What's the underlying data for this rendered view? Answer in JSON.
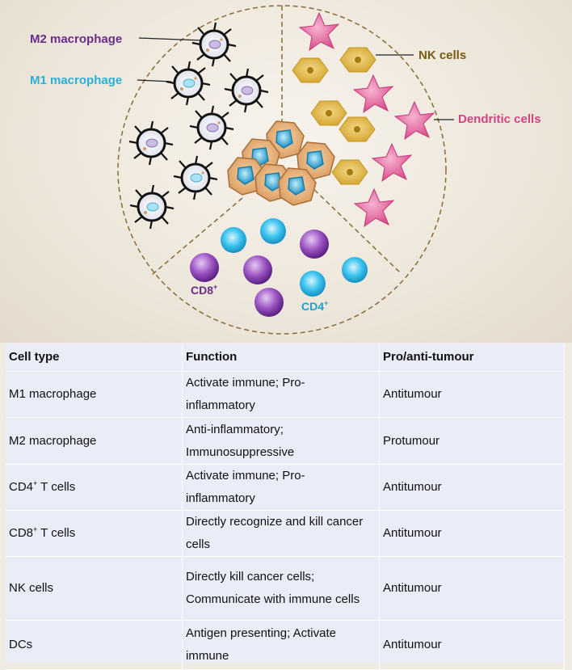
{
  "diagram": {
    "labels": {
      "m2": "M2 macrophage",
      "m1": "M1 macrophage",
      "nk": "NK cells",
      "dc": "Dendritic cells",
      "cd8": "CD8",
      "cd8_sup": "+",
      "cd4": "CD4",
      "cd4_sup": "+"
    },
    "colors": {
      "m2": "#6b2d8a",
      "m1": "#2ab0d6",
      "nk": "#7a5a10",
      "dc": "#d0457f",
      "cd8": "#6b2d8a",
      "cd4": "#1ea0cf",
      "circle_border": "#8a6a3a",
      "nk_cell": "#e2bc4a",
      "dc_cell": "#e05b95",
      "tumour": "#e9b37a",
      "cd8_cell": "#7d3aa6",
      "cd4_cell": "#2bb7e5"
    }
  },
  "table": {
    "headers": [
      "Cell type",
      "Function",
      "Pro/anti-tumour"
    ],
    "rows": [
      {
        "cell": "M1 macrophage",
        "cell_sup": "",
        "cell_rest": "",
        "function": [
          "Activate immune; Pro-",
          "inflammatory"
        ],
        "effect": "Antitumour"
      },
      {
        "cell": "M2 macrophage",
        "cell_sup": "",
        "cell_rest": "",
        "function": [
          "Anti-inflammatory;",
          "Immunosuppressive"
        ],
        "effect": "Protumour"
      },
      {
        "cell": "CD4",
        "cell_sup": "+",
        "cell_rest": " T cells",
        "function": [
          "Activate immune; Pro-",
          "inflammatory"
        ],
        "effect": "Antitumour"
      },
      {
        "cell": "CD8",
        "cell_sup": "+",
        "cell_rest": " T cells",
        "function": [
          "Directly recognize and kill cancer",
          "cells"
        ],
        "effect": "Antitumour"
      },
      {
        "cell": "NK cells",
        "cell_sup": "",
        "cell_rest": "",
        "function": [
          "Directly kill cancer cells;",
          "Communicate with immune cells"
        ],
        "effect": "Antitumour"
      },
      {
        "cell": "DCs",
        "cell_sup": "",
        "cell_rest": "",
        "function": [
          "Antigen presenting; Activate",
          "immune"
        ],
        "effect": "Antitumour"
      }
    ]
  }
}
